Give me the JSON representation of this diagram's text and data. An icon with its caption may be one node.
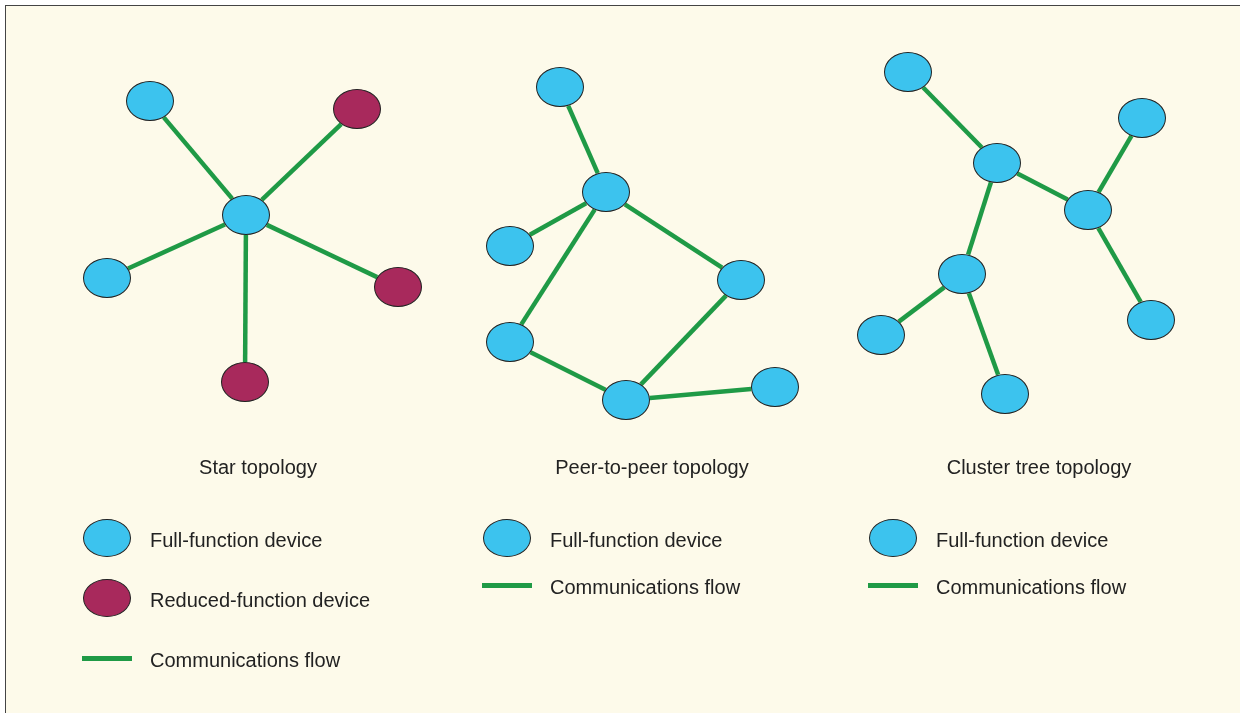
{
  "diagram": {
    "nodes": [
      {
        "text": [],
        "shape": "circle"
      },
      {
        "text": [],
        "shape": "circle"
      },
      {
        "text": [],
        "shape": "circle"
      },
      {
        "text": [],
        "shape": "circle"
      },
      {
        "text": [],
        "shape": "circle"
      },
      {
        "text": [],
        "shape": "circle"
      },
      {
        "text": [],
        "shape": "circle"
      },
      {
        "text": [],
        "shape": "circle"
      },
      {
        "text": [],
        "shape": "circle"
      },
      {
        "text": [],
        "shape": "circle"
      },
      {
        "text": [],
        "shape": "circle"
      },
      {
        "text": [],
        "shape": "circle"
      },
      {
        "text": [],
        "shape": "circle"
      },
      {
        "text": [],
        "shape": "circle"
      },
      {
        "text": [],
        "shape": "circle"
      },
      {
        "text": [],
        "shape": "circle"
      },
      {
        "text": [],
        "shape": "circle"
      },
      {
        "text": [],
        "shape": "circle"
      },
      {
        "text": [],
        "shape": "circle"
      },
      {
        "text": [],
        "shape": "circle"
      },
      {
        "text": [],
        "shape": "circle"
      }
    ],
    "edges": [
      {
        "from": 1,
        "to": 0,
        "arrow": "none"
      },
      {
        "from": 2,
        "to": 0,
        "arrow": "none"
      },
      {
        "from": 3,
        "to": 0,
        "arrow": "none"
      },
      {
        "from": 0,
        "to": 4,
        "arrow": "none"
      },
      {
        "from": 0,
        "to": 5,
        "arrow": "none"
      },
      {
        "from": 6,
        "to": 7,
        "arrow": "none"
      },
      {
        "from": 7,
        "to": 8,
        "arrow": "none"
      },
      {
        "from": 7,
        "to": 9,
        "arrow": "none"
      },
      {
        "from": 7,
        "to": 10,
        "arrow": "none"
      },
      {
        "from": 10,
        "to": 11,
        "arrow": "none"
      },
      {
        "from": 9,
        "to": 11,
        "arrow": "none"
      },
      {
        "from": 11,
        "to": 12,
        "arrow": "none"
      },
      {
        "from": 13,
        "to": 14,
        "arrow": "none"
      },
      {
        "from": 14,
        "to": 16,
        "arrow": "none"
      },
      {
        "from": 16,
        "to": 15,
        "arrow": "none"
      },
      {
        "from": 16,
        "to": 18,
        "arrow": "none"
      },
      {
        "from": 14,
        "to": 17,
        "arrow": "none"
      },
      {
        "from": 17,
        "to": 19,
        "arrow": "none"
      },
      {
        "from": 17,
        "to": 20,
        "arrow": "none"
      }
    ],
    "labels": [
      "Star topology",
      "Peer-to-peer topology",
      "Cluster tree topology"
    ],
    "legend": [
      {
        "text": "Full-function device",
        "color": "#3cc3ee"
      },
      {
        "text": "Reduced-function device",
        "color": "#a8295c"
      },
      {
        "text": "Communications flow"
      },
      {
        "text": "Full-function device",
        "color": "#3cc3ee"
      },
      {
        "text": "Communications flow"
      },
      {
        "text": "Full-function device",
        "color": "#3cc3ee"
      },
      {
        "text": "Communications flow"
      }
    ]
  }
}
